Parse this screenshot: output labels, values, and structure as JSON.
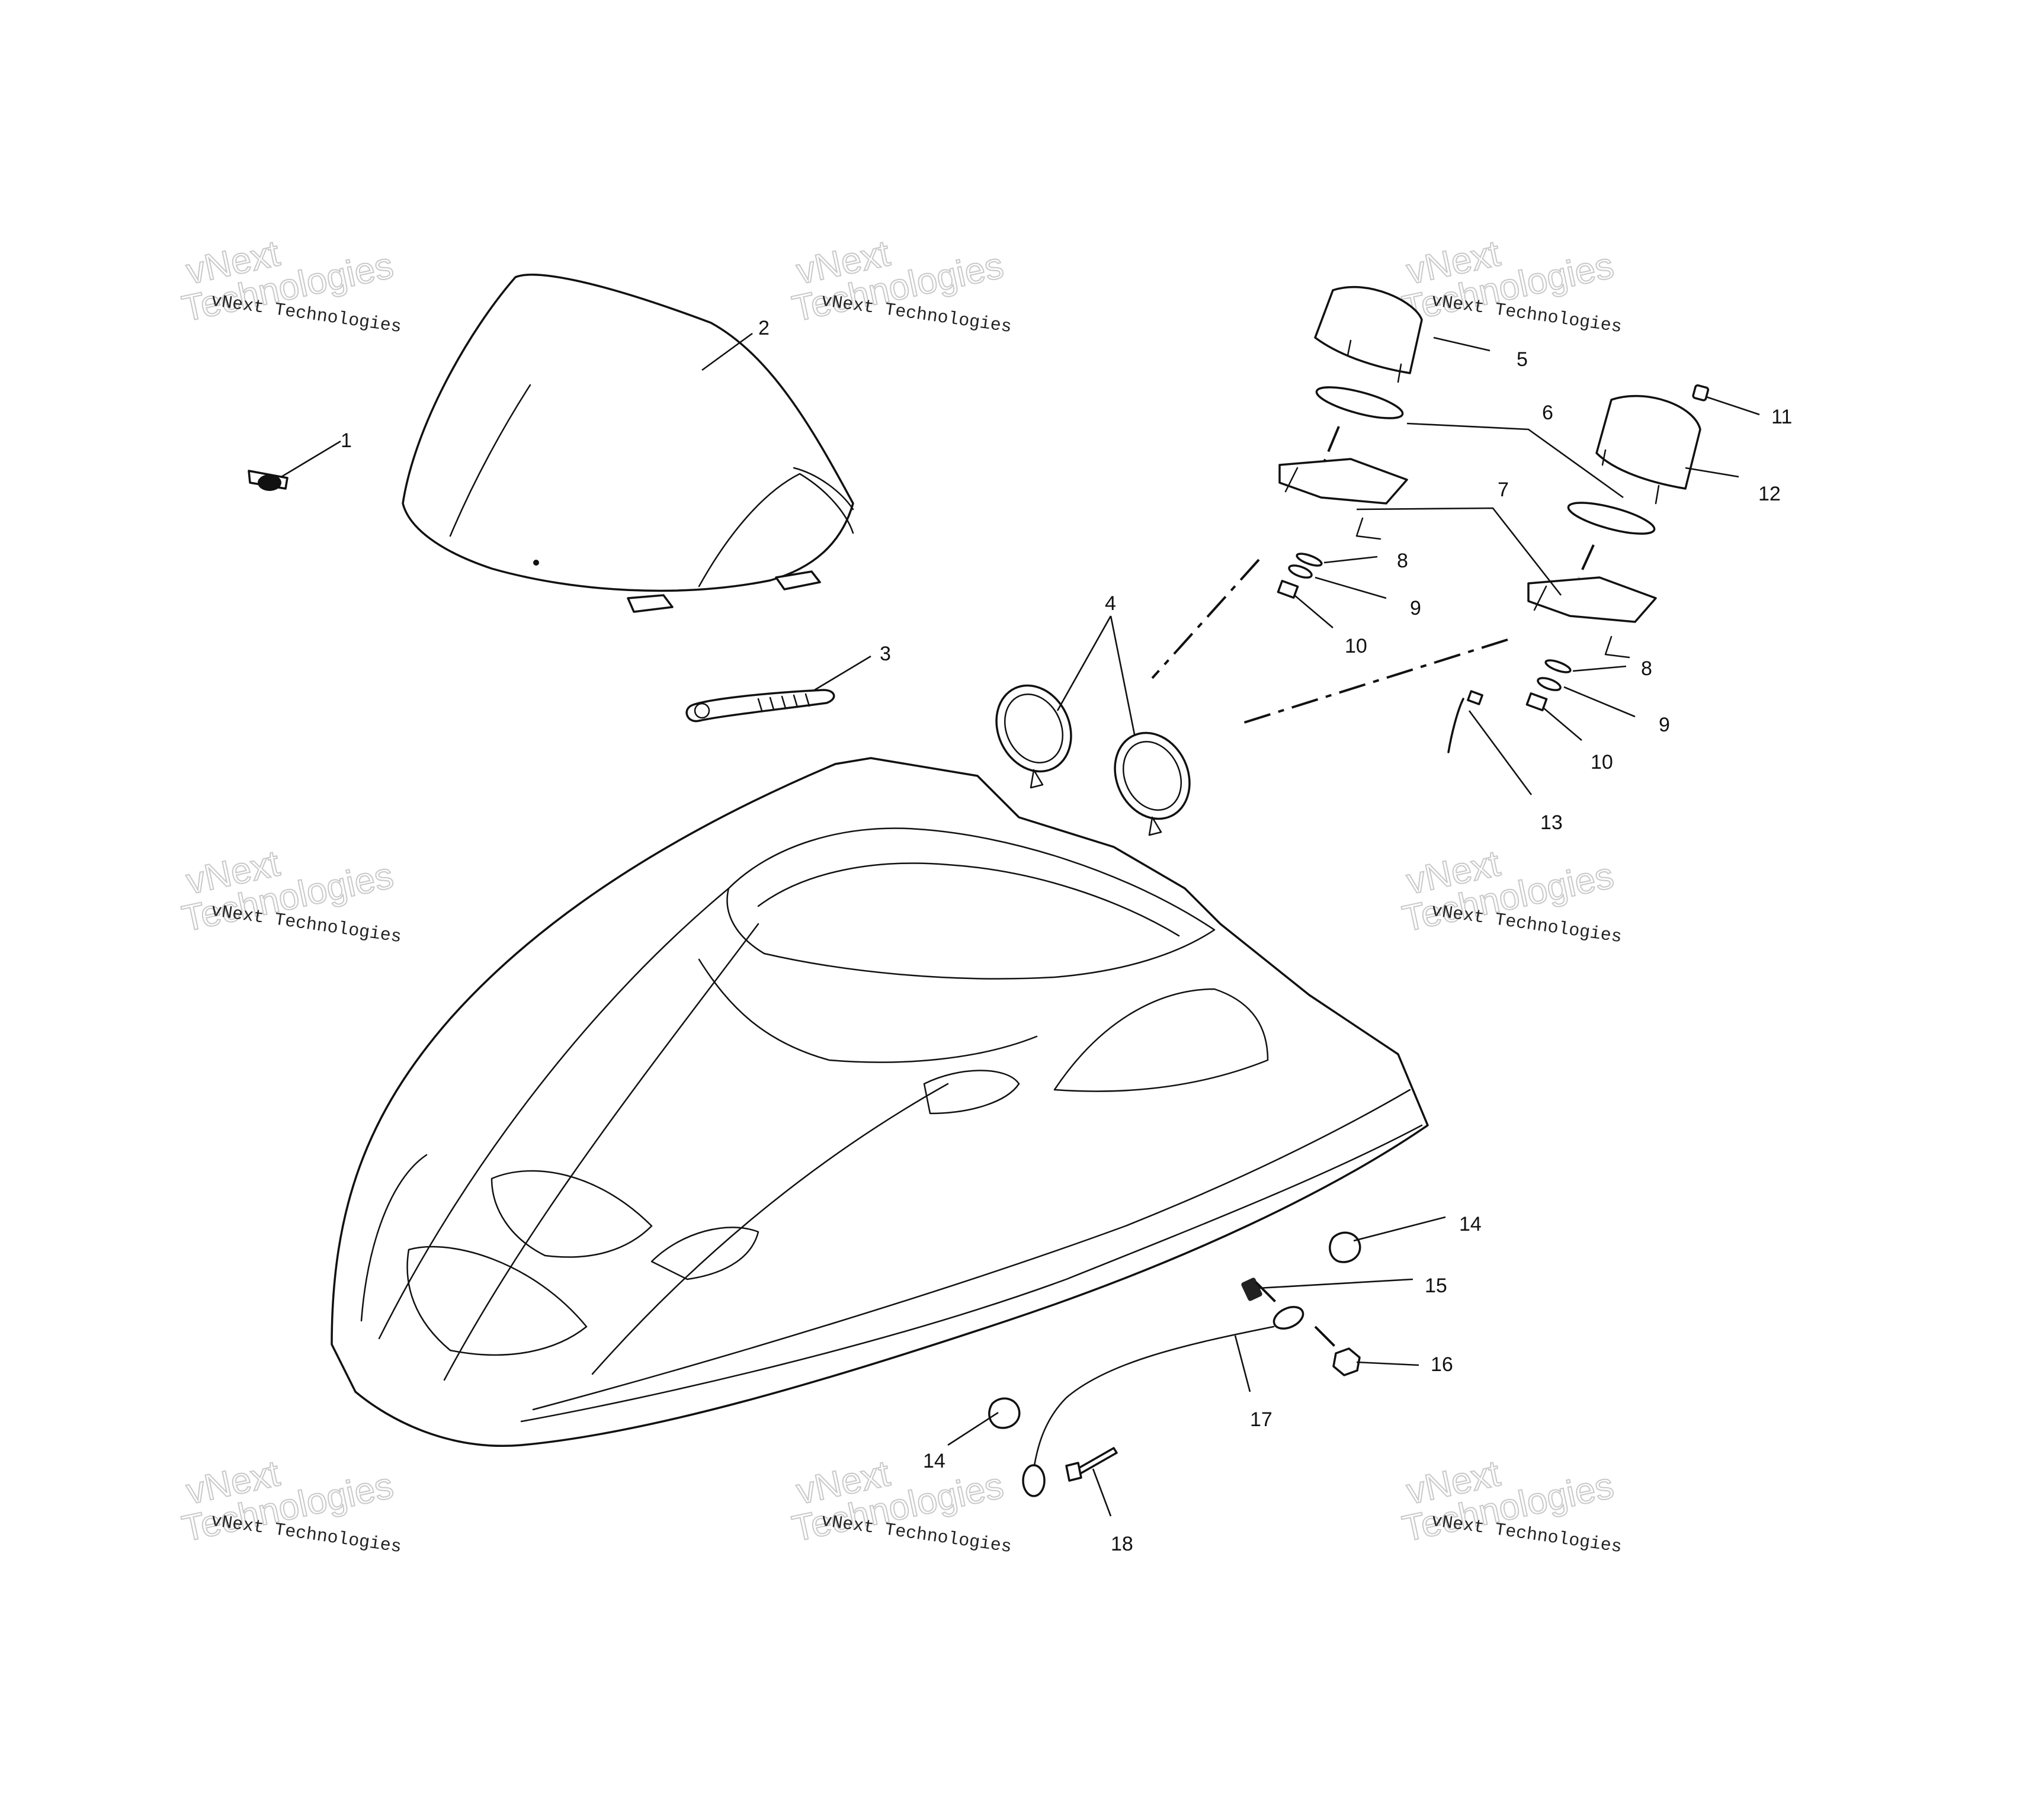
{
  "watermark": {
    "line1": "vNext Technologies",
    "line2_a": "vNext",
    "line2_b": "Technologies"
  },
  "callouts": {
    "c1": "1",
    "c2": "2",
    "c3": "3",
    "c4": "4",
    "c5": "5",
    "c6": "6",
    "c7": "7",
    "c8a": "8",
    "c8b": "8",
    "c9a": "9",
    "c9b": "9",
    "c10a": "10",
    "c10b": "10",
    "c11": "11",
    "c12": "12",
    "c13": "13",
    "c14a": "14",
    "c14b": "14",
    "c15": "15",
    "c16": "16",
    "c17": "17",
    "c18": "18"
  }
}
